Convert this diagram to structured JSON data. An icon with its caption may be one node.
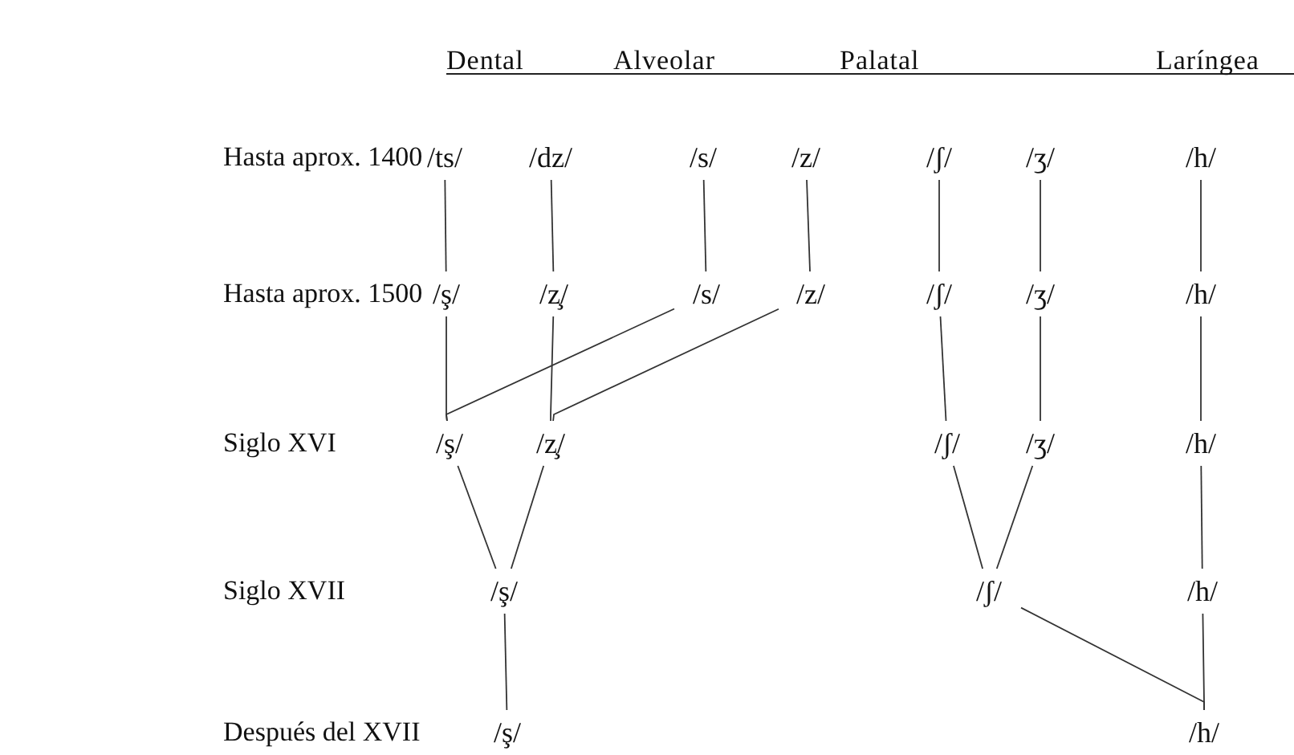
{
  "diagram": {
    "nodes": [
      {
        "text": [
          "/ts/"
        ]
      },
      {
        "text": [
          "/dz/"
        ]
      },
      {
        "text": [
          "/s/"
        ]
      },
      {
        "text": [
          "/z/"
        ]
      },
      {
        "text": [
          "/ʃ/"
        ]
      },
      {
        "text": [
          "/ʒ/"
        ]
      },
      {
        "text": [
          "/h/"
        ]
      },
      {
        "text": [
          "/ş/"
        ]
      },
      {
        "text": [
          "/z̧/"
        ]
      },
      {
        "text": [
          "/s/"
        ]
      },
      {
        "text": [
          "/z/"
        ]
      },
      {
        "text": [
          "/ʃ/"
        ]
      },
      {
        "text": [
          "/ʒ/"
        ]
      },
      {
        "text": [
          "/h/"
        ]
      },
      {
        "text": [
          "/ş/"
        ]
      },
      {
        "text": [
          "/z̧/"
        ]
      },
      {
        "text": [
          "/ʃ/"
        ]
      },
      {
        "text": [
          "/ʒ/"
        ]
      },
      {
        "text": [
          "/h/"
        ]
      },
      {
        "text": [
          "/ş/"
        ]
      },
      {
        "text": [
          "/ʃ/"
        ]
      },
      {
        "text": [
          "/h/"
        ]
      },
      {
        "text": [
          "/ş/"
        ]
      },
      {
        "text": [
          "/h/"
        ]
      }
    ],
    "edges": [
      {
        "from": 0,
        "to": 7,
        "arrow": "none"
      },
      {
        "from": 1,
        "to": 8,
        "arrow": "none"
      },
      {
        "from": 2,
        "to": 9,
        "arrow": "none"
      },
      {
        "from": 3,
        "to": 10,
        "arrow": "none"
      },
      {
        "from": 4,
        "to": 11,
        "arrow": "none"
      },
      {
        "from": 5,
        "to": 12,
        "arrow": "none"
      },
      {
        "from": 6,
        "to": 13,
        "arrow": "none"
      },
      {
        "from": 7,
        "to": 14,
        "arrow": "none"
      },
      {
        "from": 9,
        "to": 14,
        "arrow": "none"
      },
      {
        "from": 8,
        "to": 15,
        "arrow": "none"
      },
      {
        "from": 10,
        "to": 15,
        "arrow": "none"
      },
      {
        "from": 11,
        "to": 16,
        "arrow": "none"
      },
      {
        "from": 12,
        "to": 17,
        "arrow": "none"
      },
      {
        "from": 13,
        "to": 18,
        "arrow": "none"
      },
      {
        "from": 14,
        "to": 19,
        "arrow": "none"
      },
      {
        "from": 15,
        "to": 19,
        "arrow": "none"
      },
      {
        "from": 16,
        "to": 20,
        "arrow": "none"
      },
      {
        "from": 17,
        "to": 20,
        "arrow": "none"
      },
      {
        "from": 18,
        "to": 21,
        "arrow": "none"
      },
      {
        "from": 19,
        "to": 22,
        "arrow": "none"
      },
      {
        "from": 21,
        "to": 23,
        "arrow": "none"
      },
      {
        "from": 20,
        "to": 23,
        "arrow": "none"
      }
    ],
    "labels": [
      "Dental",
      "Alveolar",
      "Palatal",
      "Laríngea",
      "Hasta aprox. 1400",
      "Hasta aprox. 1500",
      "Siglo XVI",
      "Siglo XVII",
      "Después del XVII"
    ]
  }
}
